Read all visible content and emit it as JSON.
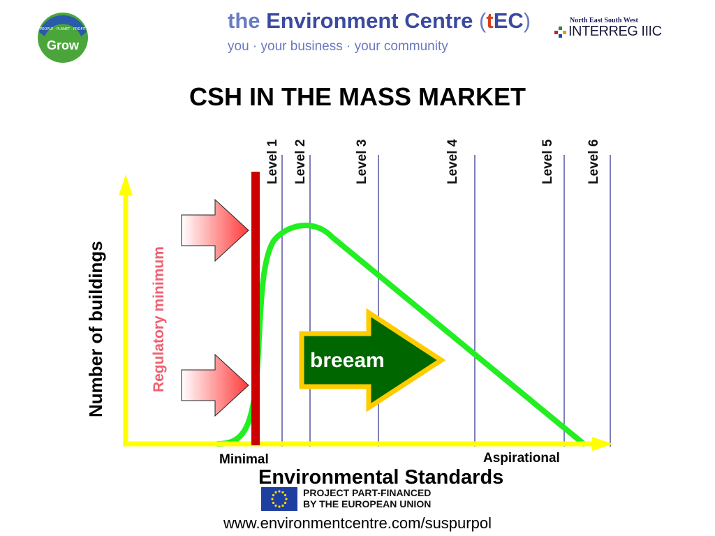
{
  "header": {
    "tec_title_the": "the",
    "tec_title_main": "Environment Centre",
    "tec_title_paren_open": "(",
    "tec_title_t": "t",
    "tec_title_ec": "EC",
    "tec_title_paren_close": ")",
    "tec_subtitle": "you · your business · your community",
    "interreg_small": "North East South West",
    "interreg_main": "INTERREG IIIC",
    "grow_logo_text": "Grow",
    "grow_logo_ring_text": "PEOPLE · PLANET · PROFIT"
  },
  "title": "CSH IN THE MASS MARKET",
  "diagram": {
    "y_axis_label": "Number of buildings",
    "x_axis_label": "Environmental Standards",
    "regulatory_label": "Regulatory minimum",
    "minimal_label": "Minimal",
    "aspirational_label": "Aspirational",
    "breeam_label": "breeam",
    "levels": [
      {
        "label": "Level 1"
      },
      {
        "label": "Level 2"
      },
      {
        "label": "Level 3"
      },
      {
        "label": "Level 4"
      },
      {
        "label": "Level 5"
      },
      {
        "label": "Level 6"
      }
    ],
    "colors": {
      "axis": "#ffff00",
      "curve": "#22ee22",
      "regulatory_bar": "#cc0000",
      "level_lines": "#2a2a8a",
      "pressure_arrows": "#ff6666",
      "breeam_fill": "#006600",
      "breeam_border": "#ffcc00"
    }
  },
  "footer": {
    "eu_line1": "PROJECT PART-FINANCED",
    "eu_line2": "BY THE EUROPEAN UNION",
    "url": "www.environmentcentre.com/suspurpol"
  }
}
